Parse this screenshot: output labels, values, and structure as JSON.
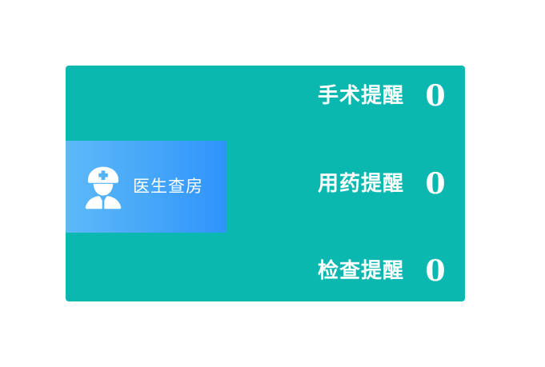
{
  "theme": {
    "panel_color": "#0bb8b0",
    "card_gradient_start": "#5cb9f8",
    "card_gradient_end": "#2e94fb",
    "text_color": "#ffffff",
    "page_background": "#ffffff"
  },
  "panel": {
    "ward_round_card": {
      "icon": "doctor-icon",
      "label": "医生查房"
    },
    "reminders": [
      {
        "label": "手术提醒",
        "count": "0"
      },
      {
        "label": "用药提醒",
        "count": "0"
      },
      {
        "label": "检查提醒",
        "count": "0"
      }
    ]
  }
}
